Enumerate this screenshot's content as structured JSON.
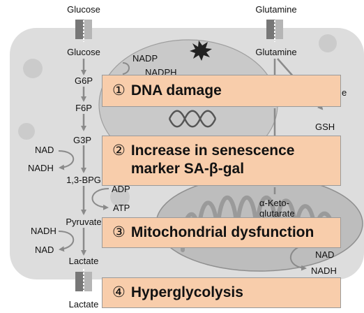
{
  "labels": {
    "glucose_top": "Glucose",
    "glutamine_top": "Glutamine",
    "glucose_in": "Glucose",
    "glutamine_in": "Glutamine",
    "nadp": "NADP",
    "nadph": "NADPH",
    "g6p": "G6P",
    "f6p": "F6P",
    "g3p": "G3P",
    "nad_1": "NAD",
    "nadh_1": "NADH",
    "bpg": "1,3-BPG",
    "adp": "ADP",
    "atp": "ATP",
    "pyruvate": "Pyruvate",
    "nadh_2": "NADH",
    "nad_2": "NAD",
    "lactate_in": "Lactate",
    "lactate_out": "Lactate",
    "gsh": "GSH",
    "e_frag": "e",
    "akg_1": "α-Keto-",
    "akg_2": "glutarate",
    "nad_3": "NAD",
    "nadh_3": "NADH"
  },
  "boxes": [
    {
      "num": "①",
      "text": "DNA damage"
    },
    {
      "num": "②",
      "line1": "Increase in senescence",
      "line2": "marker SA-β-gal"
    },
    {
      "num": "③",
      "text": "Mitochondrial dysfunction"
    },
    {
      "num": "④",
      "text": "Hyperglycolysis"
    }
  ],
  "colors": {
    "cell": "#dddddd",
    "nucleus": "#c9c9c9",
    "box_fill": "#f8cdab",
    "arrow": "#8a8a8a",
    "damage_star": "#222222"
  },
  "icons": [
    "glucose-transporter-icon",
    "glutamine-transporter-icon",
    "lactate-transporter-icon",
    "damage-star-icon",
    "dna-helix-icon",
    "mitochondrion-icon"
  ]
}
